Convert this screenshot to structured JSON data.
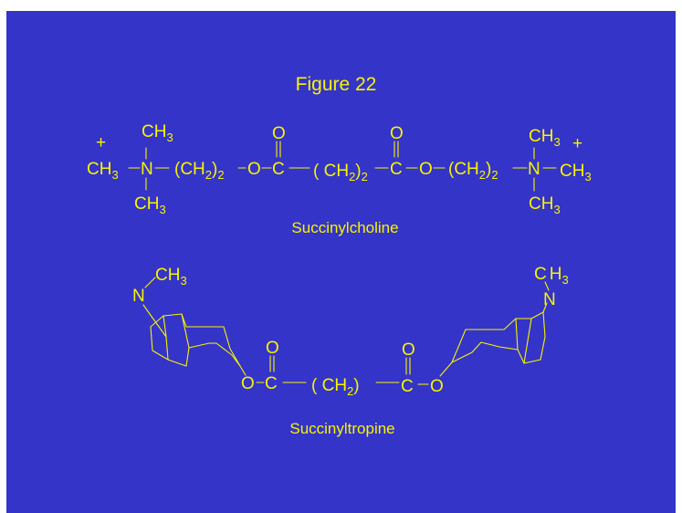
{
  "slide": {
    "title": "Figure 22",
    "background_color": "#3434c8",
    "text_color": "#f8f400"
  },
  "succinylcholine": {
    "name": "Succinylcholine",
    "charge": "+",
    "methyl": "CH",
    "methyl_sub": "3",
    "nitrogen": "N",
    "methylene": "(CH",
    "methylene_sub": "2",
    "close_paren": ")",
    "chain_sub": "2",
    "oxygen": "O",
    "carbon": "C",
    "central_open": "( CH",
    "central_sub": "2",
    "central_close": ")"
  },
  "succinyltropine": {
    "name": "Succinyltropine",
    "methyl": "CH",
    "methyl_split_c": "C",
    "methyl_split_h": "H",
    "methyl_sub": "3",
    "nitrogen": "N",
    "oxygen": "O",
    "carbon": "C",
    "central_open": "( CH",
    "central_sub": "2",
    "central_close": ")"
  }
}
